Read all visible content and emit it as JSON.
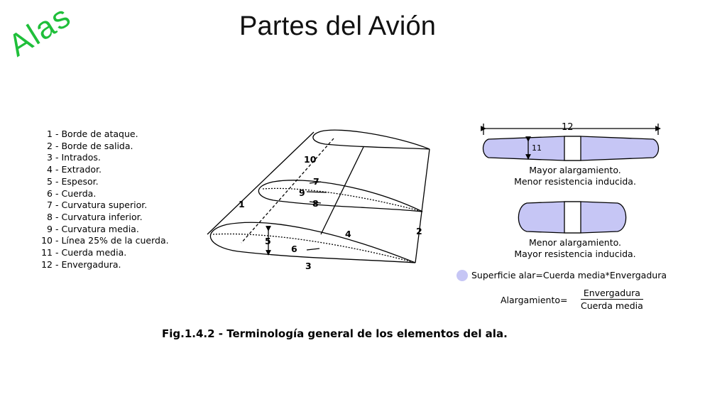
{
  "slide": {
    "title": "Partes del Avión",
    "corner_label": "Alas"
  },
  "legend": [
    {
      "num": "1",
      "text": "- Borde de ataque."
    },
    {
      "num": "2",
      "text": "- Borde de salida."
    },
    {
      "num": "3",
      "text": "- Intrados."
    },
    {
      "num": "4",
      "text": "- Extrador."
    },
    {
      "num": "5",
      "text": "- Espesor."
    },
    {
      "num": "6",
      "text": "- Cuerda."
    },
    {
      "num": "7",
      "text": "- Curvatura superior."
    },
    {
      "num": "8",
      "text": "- Curvatura inferior."
    },
    {
      "num": "9",
      "text": "- Curvatura media."
    },
    {
      "num": "10",
      "text": "- Línea 25% de la cuerda."
    },
    {
      "num": "11",
      "text": "- Cuerda media."
    },
    {
      "num": "12",
      "text": "- Envergadura."
    }
  ],
  "wing_labels": {
    "l1": "1",
    "l2": "2",
    "l3": "3",
    "l4": "4",
    "l5": "5",
    "l6": "6",
    "l7": "7",
    "l8": "8",
    "l9": "9",
    "l10": "10",
    "l11": "11",
    "l12": "12"
  },
  "planform": {
    "high_aspect": [
      "Mayor alargamiento.",
      "Menor resistencia inducida."
    ],
    "low_aspect": [
      "Menor alargamiento.",
      "Mayor resistencia inducida."
    ],
    "surface_formula": "Superficie alar=Cuerda media*Envergadura",
    "aspect_label": "Alargamiento=",
    "aspect_numerator": "Envergadura",
    "aspect_denominator": "Cuerda media"
  },
  "colors": {
    "wing_fill": "#c6c6f5",
    "title_green": "#1fbf3a"
  },
  "caption": "Fig.1.4.2 - Terminología general de los elementos del ala."
}
